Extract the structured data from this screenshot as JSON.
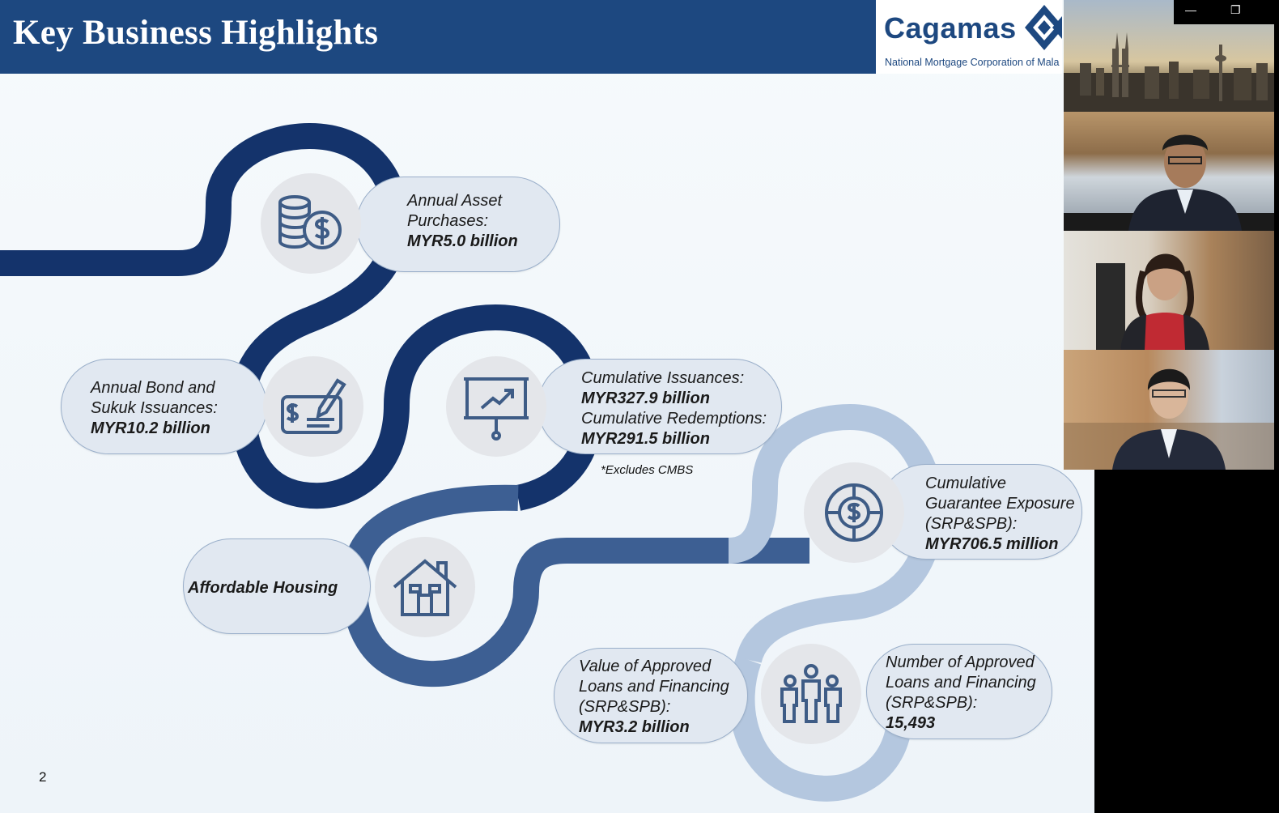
{
  "slide": {
    "title": "Key Business Highlights",
    "logo": {
      "name": "Cagamas",
      "tagline": "National Mortgage Corporation of Mala"
    },
    "page_number": "2",
    "note": "*Excludes CMBS",
    "items": [
      {
        "label_lines": [
          "Annual Asset",
          "Purchases:"
        ],
        "value": "MYR5.0 billion",
        "icon": "coins-dollar-icon"
      },
      {
        "label_lines": [
          "Annual Bond and",
          "Sukuk Issuances:"
        ],
        "value": "MYR10.2 billion",
        "icon": "cheque-signing-icon"
      },
      {
        "label_lines": [
          "Cumulative Issuances:"
        ],
        "value": "MYR327.9 billion",
        "label2": "Cumulative Redemptions:",
        "value2": "MYR291.5 billion",
        "icon": "presentation-chart-icon"
      },
      {
        "label_lines": [
          "Affordable Housing"
        ],
        "icon": "house-icon"
      },
      {
        "label_lines": [
          "Cumulative",
          "Guarantee Exposure",
          "(SRP&SPB):"
        ],
        "value": "MYR706.5 million",
        "icon": "dollar-cycle-icon"
      },
      {
        "label_lines": [
          "Value of Approved",
          "Loans and Financing",
          "(SRP&SPB):"
        ],
        "value": "MYR3.2 billion",
        "icon": "people-group-icon"
      },
      {
        "label_lines": [
          "Number of Approved",
          "Loans and Financing",
          "(SRP&SPB):"
        ],
        "value": "15,493"
      }
    ]
  },
  "window_controls": {
    "minimize": "—",
    "restore": "❐"
  },
  "colors": {
    "title_bar": "#1d4880",
    "path_dark": "#14336b",
    "path_mid": "#3d5f93",
    "path_light": "#b4c7df",
    "pill": "#e1e8f1"
  }
}
